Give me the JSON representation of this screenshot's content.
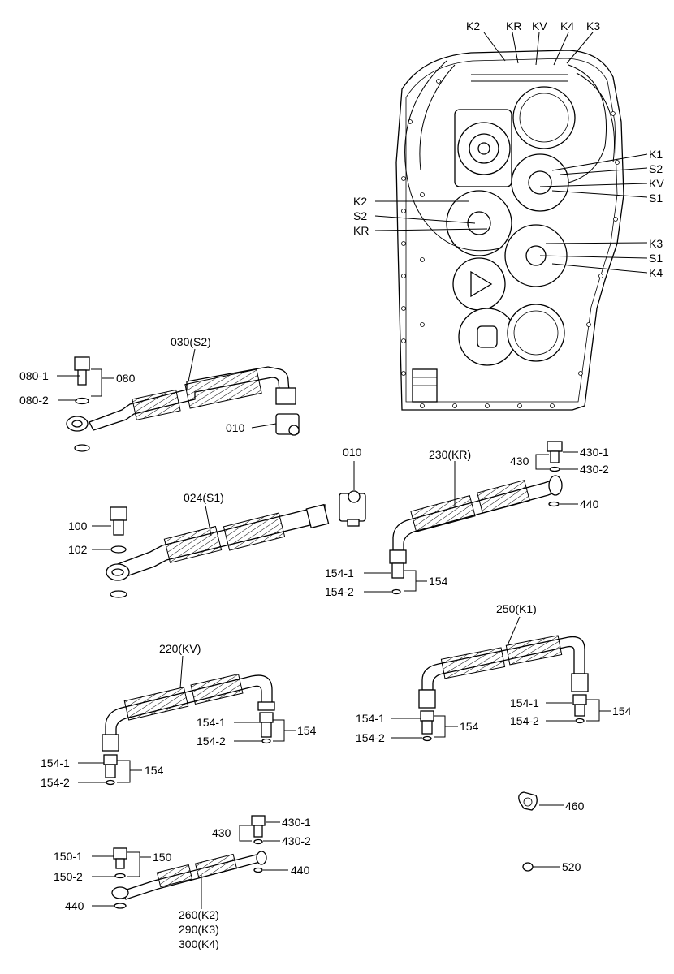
{
  "transmission": {
    "top_callouts": [
      "K2",
      "KR",
      "KV",
      "K4",
      "K3"
    ],
    "right_callouts": [
      "K1",
      "S2",
      "KV",
      "S1",
      "K3",
      "S1",
      "K4"
    ],
    "left_callouts": [
      "K2",
      "S2",
      "KR"
    ]
  },
  "parts": {
    "p080_1": "080-1",
    "p080": "080",
    "p080_2": "080-2",
    "p030": "030(S2)",
    "p010_a": "010",
    "p010_b": "010",
    "p024": "024(S1)",
    "p100": "100",
    "p102": "102",
    "p230": "230(KR)",
    "p430_1a": "430-1",
    "p430a": "430",
    "p430_2a": "430-2",
    "p440a": "440",
    "p154_1a": "154-1",
    "p154a": "154",
    "p154_2a": "154-2",
    "p250": "250(K1)",
    "p220": "220(KV)",
    "p154_1b": "154-1",
    "p154b": "154",
    "p154_2b": "154-2",
    "p154_1c": "154-1",
    "p154c": "154",
    "p154_2c": "154-2",
    "p154_1d": "154-1",
    "p154d": "154",
    "p154_2d": "154-2",
    "p154_1e": "154-1",
    "p154e": "154",
    "p154_2e": "154-2",
    "p460": "460",
    "p520": "520",
    "p430_1b": "430-1",
    "p430b": "430",
    "p430_2b": "430-2",
    "p440b": "440",
    "p150_1": "150-1",
    "p150": "150",
    "p150_2": "150-2",
    "p440c": "440",
    "p260": "260(K2)",
    "p290": "290(K3)",
    "p300": "300(K4)"
  }
}
